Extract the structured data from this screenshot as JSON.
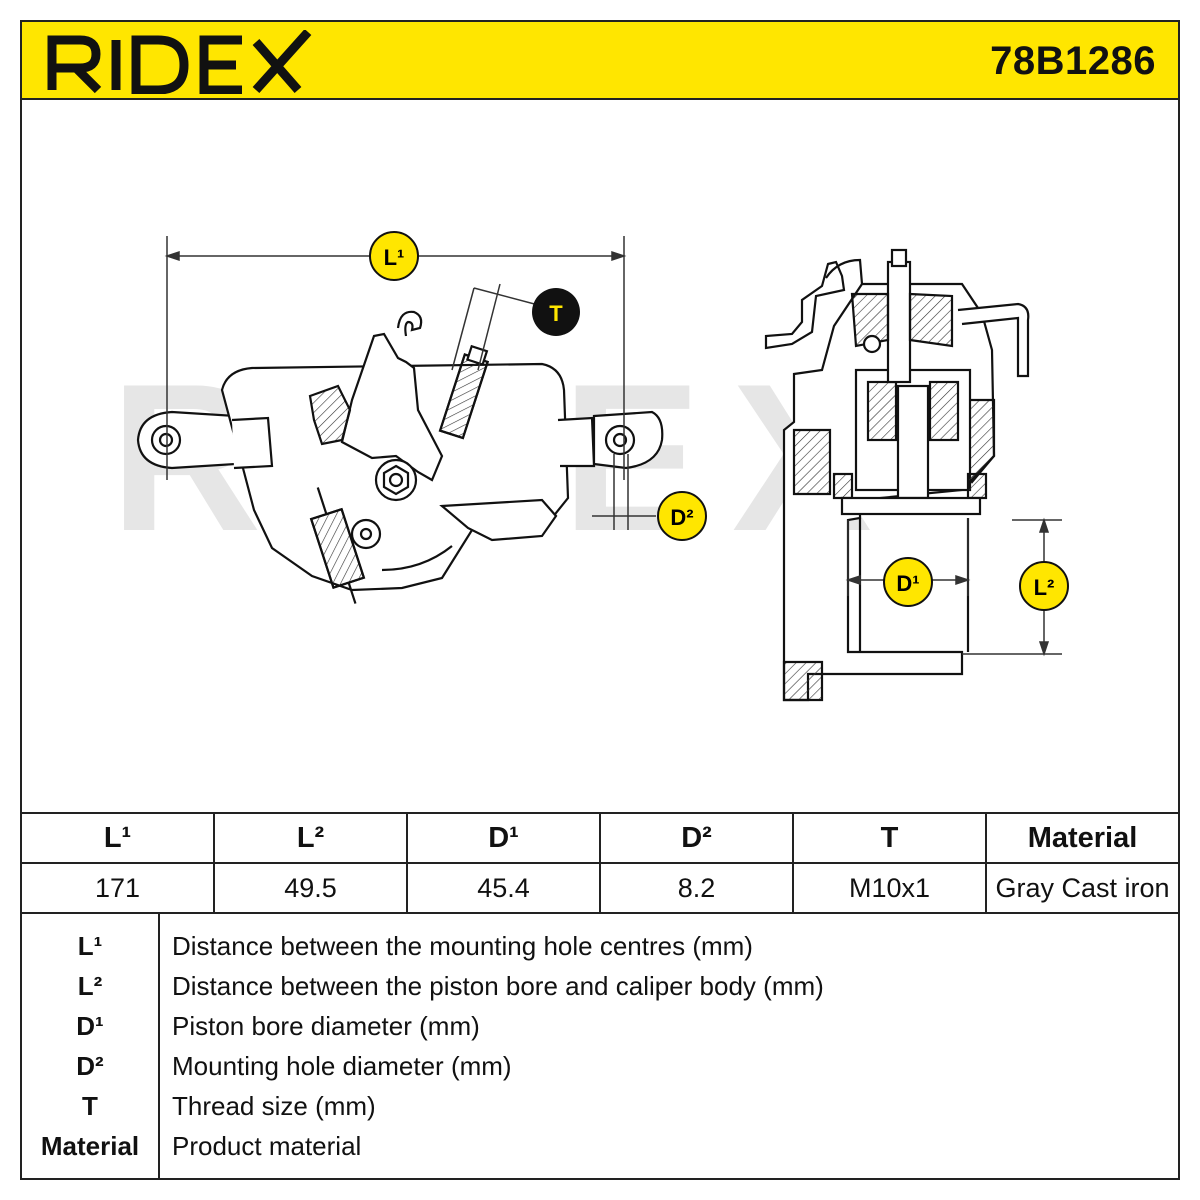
{
  "brand": {
    "name": "RIDEX",
    "brand_color": "#ffe600"
  },
  "part_number": "78B1286",
  "drawing": {
    "labels": {
      "L1": "L¹",
      "T": "T",
      "D2": "D²",
      "D1": "D¹",
      "L2": "L²"
    },
    "watermark": "RIDEX"
  },
  "spec_table": {
    "headers": [
      "L¹",
      "L²",
      "D¹",
      "D²",
      "T",
      "Material"
    ],
    "values": [
      "171",
      "49.5",
      "45.4",
      "8.2",
      "M10x1",
      "Gray Cast iron"
    ]
  },
  "legend": [
    {
      "key": "L¹",
      "text": "Distance between the mounting hole centres (mm)"
    },
    {
      "key": "L²",
      "text": "Distance between the piston bore and caliper body (mm)"
    },
    {
      "key": "D¹",
      "text": "Piston bore diameter (mm)"
    },
    {
      "key": "D²",
      "text": "Mounting hole diameter (mm)"
    },
    {
      "key": "T",
      "text": "Thread size (mm)"
    },
    {
      "key": "Material",
      "text": "Product material"
    }
  ]
}
